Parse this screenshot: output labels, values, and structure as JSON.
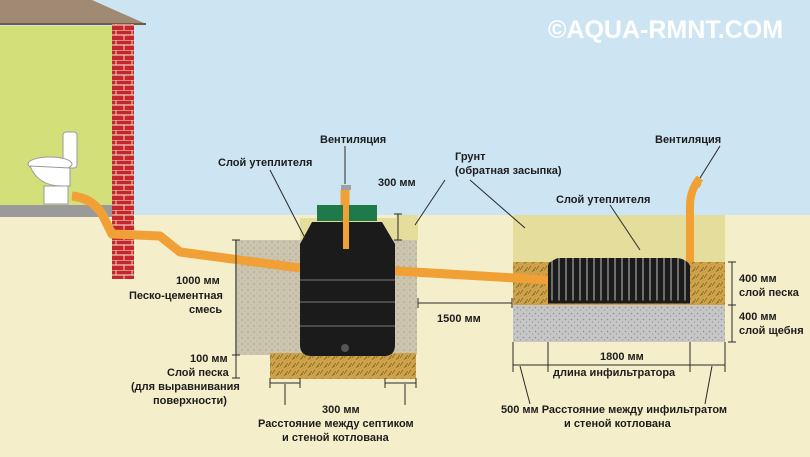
{
  "watermark": "©AQUA-RMNT.COM",
  "labels": {
    "vent_left": "Вентиляция",
    "insul_left": "Слой утеплителя",
    "mm300_top": "300 мм",
    "ground_1": "Грунт",
    "ground_2": "(обратная засыпка)",
    "vent_right": "Вентиляция",
    "insul_right": "Слой утеплителя",
    "mm1000": "1000 мм",
    "sandcement_1": "Песко-цементная",
    "sandcement_2": "смесь",
    "mm1500": "1500 мм",
    "mm400_sand": "400 мм",
    "sand_layer": "слой песка",
    "mm400_gravel": "400 мм",
    "gravel_layer": "слой щебня",
    "mm100": "100 мм",
    "sandlevel_1": "Слой песка",
    "sandlevel_2": "(для выравнивания",
    "sandlevel_3": "поверхности)",
    "mm1800": "1800 мм",
    "infil_len": "длина инфильтратора",
    "mm300_bottom": "300 мм",
    "dist_septic_1": "Расстояние между септиком",
    "dist_septic_2": "и стеной котлована",
    "dist_infil_1": "500 мм  Расстояние между инфильтратом",
    "dist_infil_2": "и стеной котлована"
  },
  "colors": {
    "sky": "#cde4f3",
    "ground": "#f4eeca",
    "house_wall": "#d3e07a",
    "brick": "#c6262b",
    "pipe": "#f0a035",
    "tank": "#1b1b1b",
    "lid": "#1e7a4b",
    "insulation": "#e4dd9c",
    "sand_cement": "#c9c2ad",
    "sand": "#cfa64b",
    "gravel": "#c4c4c4"
  }
}
